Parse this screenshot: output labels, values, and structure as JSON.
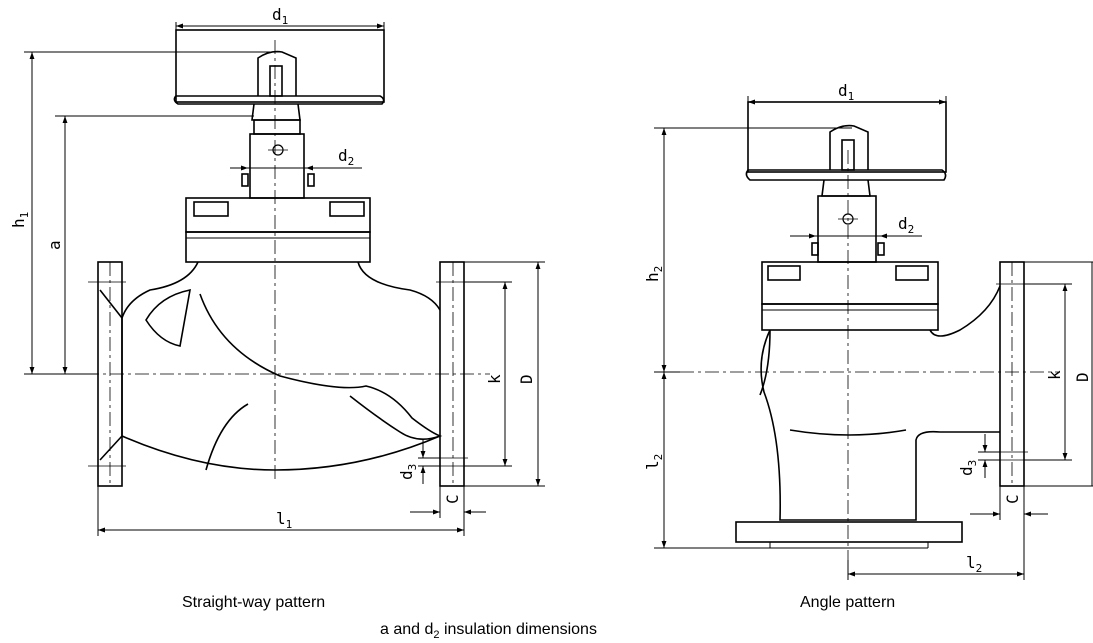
{
  "captions": {
    "left": "Straight-way pattern",
    "right": "Angle pattern",
    "bottom_prefix": "a and d",
    "bottom_sub": "2",
    "bottom_suffix": " insulation dimensions"
  },
  "left_view": {
    "d1": {
      "base": "d",
      "sub": "1"
    },
    "d2": {
      "base": "d",
      "sub": "2"
    },
    "d3": {
      "base": "d",
      "sub": "3"
    },
    "h1": {
      "base": "h",
      "sub": "1"
    },
    "a": "a",
    "k": "k",
    "D": "D",
    "C": "C",
    "l1": {
      "base": "l",
      "sub": "1"
    }
  },
  "right_view": {
    "d1": {
      "base": "d",
      "sub": "1"
    },
    "d2": {
      "base": "d",
      "sub": "2"
    },
    "d3": {
      "base": "d",
      "sub": "3"
    },
    "h2": {
      "base": "h",
      "sub": "2"
    },
    "l2_vertical": {
      "base": "l",
      "sub": "2"
    },
    "l2_horizontal": {
      "base": "l",
      "sub": "2"
    },
    "k": "k",
    "D": "D",
    "C": "C"
  }
}
